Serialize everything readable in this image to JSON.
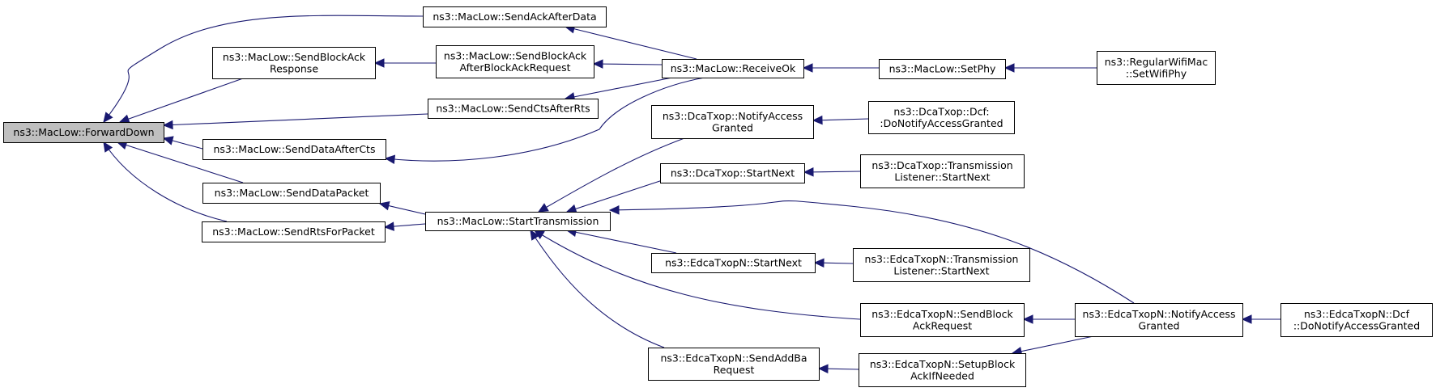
{
  "graph": {
    "nodes": [
      {
        "id": "forwarddown",
        "name": "node-forwarddown",
        "lines": [
          "ns3::MacLow::ForwardDown"
        ],
        "highlight": true
      },
      {
        "id": "sendblockackresponse",
        "name": "node-sendblockackresponse",
        "lines": [
          "ns3::MacLow::SendBlockAck",
          "Response"
        ]
      },
      {
        "id": "senddataaftercts",
        "name": "node-senddataaftercts",
        "lines": [
          "ns3::MacLow::SendDataAfterCts"
        ]
      },
      {
        "id": "senddatapacket",
        "name": "node-senddatapacket",
        "lines": [
          "ns3::MacLow::SendDataPacket"
        ]
      },
      {
        "id": "sendrtsforpacket",
        "name": "node-sendrtsforpacket",
        "lines": [
          "ns3::MacLow::SendRtsForPacket"
        ]
      },
      {
        "id": "sendackafterdata",
        "name": "node-sendackafterdata",
        "lines": [
          "ns3::MacLow::SendAckAfterData"
        ]
      },
      {
        "id": "sendblockackafter",
        "name": "node-sendblockackafterblockackrequest",
        "lines": [
          "ns3::MacLow::SendBlockAck",
          "AfterBlockAckRequest"
        ]
      },
      {
        "id": "sendctsafterrts",
        "name": "node-sendctsafterrts",
        "lines": [
          "ns3::MacLow::SendCtsAfterRts"
        ]
      },
      {
        "id": "starttransmission",
        "name": "node-starttransmission",
        "lines": [
          "ns3::MacLow::StartTransmission"
        ]
      },
      {
        "id": "receiveok",
        "name": "node-receiveok",
        "lines": [
          "ns3::MacLow::ReceiveOk"
        ]
      },
      {
        "id": "dcanotifyaccess",
        "name": "node-dcatxop-notifyaccessgranted",
        "lines": [
          "ns3::DcaTxop::NotifyAccess",
          "Granted"
        ]
      },
      {
        "id": "dcastartnext",
        "name": "node-dcatxop-startnext",
        "lines": [
          "ns3::DcaTxop::StartNext"
        ]
      },
      {
        "id": "edcastartnext",
        "name": "node-edcatxopn-startnext",
        "lines": [
          "ns3::EdcaTxopN::StartNext"
        ]
      },
      {
        "id": "edcasendaddba",
        "name": "node-edcatxopn-sendaddbarequest",
        "lines": [
          "ns3::EdcaTxopN::SendAddBa",
          "Request"
        ]
      },
      {
        "id": "setphy",
        "name": "node-setphy",
        "lines": [
          "ns3::MacLow::SetPhy"
        ]
      },
      {
        "id": "dcadonotify",
        "name": "node-dcatxop-dcf-donotifyaccessgranted",
        "lines": [
          "ns3::DcaTxop::Dcf:",
          ":DoNotifyAccessGranted"
        ]
      },
      {
        "id": "dcatranslistener",
        "name": "node-dcatxop-transmissionlistener-startnext",
        "lines": [
          "ns3::DcaTxop::Transmission",
          "Listener::StartNext"
        ]
      },
      {
        "id": "edcatranslistener",
        "name": "node-edcatxopn-transmissionlistener-startnext",
        "lines": [
          "ns3::EdcaTxopN::Transmission",
          "Listener::StartNext"
        ]
      },
      {
        "id": "edcasendblockack",
        "name": "node-edcatxopn-sendblockackrequest",
        "lines": [
          "ns3::EdcaTxopN::SendBlock",
          "AckRequest"
        ]
      },
      {
        "id": "edcasetupblockack",
        "name": "node-edcatxopn-setupblockackifneeded",
        "lines": [
          "ns3::EdcaTxopN::SetupBlock",
          "AckIfNeeded"
        ]
      },
      {
        "id": "regularwifimac",
        "name": "node-regularwifimac-setwifiphy",
        "lines": [
          "ns3::RegularWifiMac",
          "::SetWifiPhy"
        ]
      },
      {
        "id": "edcanotifyaccess",
        "name": "node-edcatxopn-notifyaccessgranted",
        "lines": [
          "ns3::EdcaTxopN::NotifyAccess",
          "Granted"
        ]
      },
      {
        "id": "edcadonotify",
        "name": "node-edcatxopn-dcf-donotifyaccessgranted",
        "lines": [
          "ns3::EdcaTxopN::Dcf",
          "::DoNotifyAccessGranted"
        ]
      }
    ],
    "edges": [
      {
        "from": "sendackafterdata",
        "to": "forwarddown"
      },
      {
        "from": "sendblockackresponse",
        "to": "forwarddown"
      },
      {
        "from": "sendctsafterrts",
        "to": "forwarddown"
      },
      {
        "from": "senddataaftercts",
        "to": "forwarddown"
      },
      {
        "from": "senddatapacket",
        "to": "forwarddown"
      },
      {
        "from": "sendrtsforpacket",
        "to": "forwarddown"
      },
      {
        "from": "sendblockackafter",
        "to": "sendblockackresponse"
      },
      {
        "from": "receiveok",
        "to": "sendackafterdata"
      },
      {
        "from": "receiveok",
        "to": "sendblockackafter"
      },
      {
        "from": "receiveok",
        "to": "sendctsafterrts"
      },
      {
        "from": "receiveok",
        "to": "senddataaftercts"
      },
      {
        "from": "setphy",
        "to": "receiveok"
      },
      {
        "from": "regularwifimac",
        "to": "setphy"
      },
      {
        "from": "starttransmission",
        "to": "senddatapacket"
      },
      {
        "from": "starttransmission",
        "to": "sendrtsforpacket"
      },
      {
        "from": "dcanotifyaccess",
        "to": "starttransmission"
      },
      {
        "from": "dcastartnext",
        "to": "starttransmission"
      },
      {
        "from": "edcanotifyaccess",
        "to": "starttransmission"
      },
      {
        "from": "edcastartnext",
        "to": "starttransmission"
      },
      {
        "from": "edcasendblockack",
        "to": "starttransmission"
      },
      {
        "from": "edcasendaddba",
        "to": "starttransmission"
      },
      {
        "from": "dcadonotify",
        "to": "dcanotifyaccess"
      },
      {
        "from": "dcatranslistener",
        "to": "dcastartnext"
      },
      {
        "from": "edcatranslistener",
        "to": "edcastartnext"
      },
      {
        "from": "edcanotifyaccess",
        "to": "edcasendblockack"
      },
      {
        "from": "edcasetupblockack",
        "to": "edcasendaddba"
      },
      {
        "from": "edcanotifyaccess",
        "to": "edcasetupblockack"
      },
      {
        "from": "edcadonotify",
        "to": "edcanotifyaccess"
      }
    ]
  }
}
